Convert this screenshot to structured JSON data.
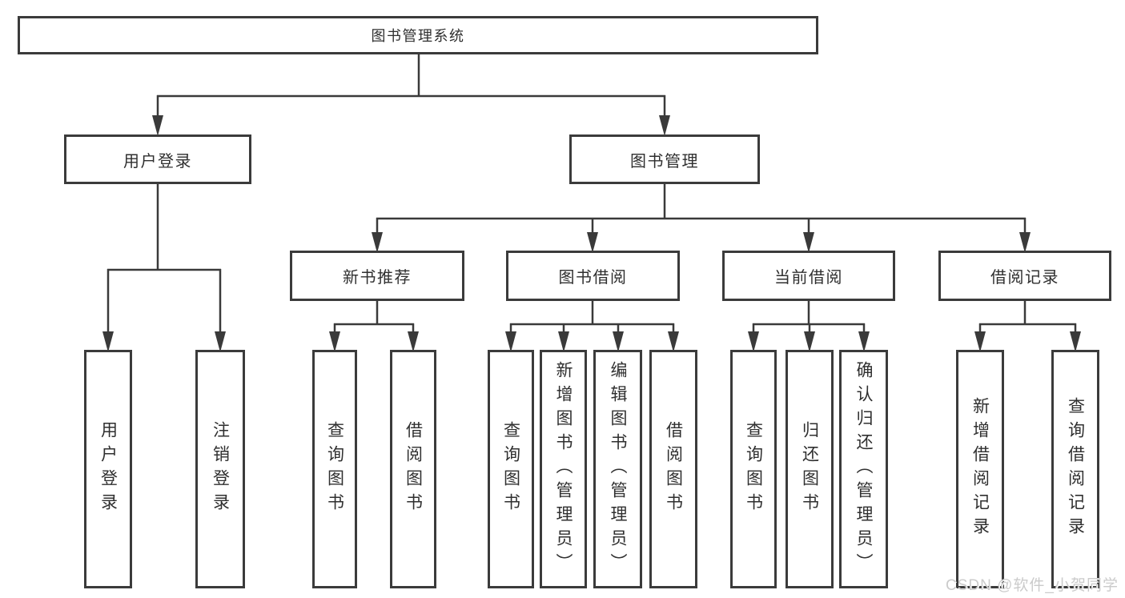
{
  "diagram_title": "图书管理系统",
  "hierarchy": {
    "label": "图书管理系统",
    "children": [
      {
        "label": "用户登录",
        "children": [
          {
            "label": "用户登录"
          },
          {
            "label": "注销登录"
          }
        ]
      },
      {
        "label": "图书管理",
        "children": [
          {
            "label": "新书推荐",
            "children": [
              {
                "label": "查询图书"
              },
              {
                "label": "借阅图书"
              }
            ]
          },
          {
            "label": "图书借阅",
            "children": [
              {
                "label": "查询图书"
              },
              {
                "label": "新增图书（管理员）"
              },
              {
                "label": "编辑图书（管理员）"
              },
              {
                "label": "借阅图书"
              }
            ]
          },
          {
            "label": "当前借阅",
            "children": [
              {
                "label": "查询图书"
              },
              {
                "label": "归还图书"
              },
              {
                "label": "确认归还（管理员）"
              }
            ]
          },
          {
            "label": "借阅记录",
            "children": [
              {
                "label": "新增借阅记录"
              },
              {
                "label": "查询借阅记录"
              }
            ]
          }
        ]
      }
    ]
  },
  "watermark": "CSDN @软件_小贺同学",
  "colors": {
    "line": "#3a3a3a",
    "box_border": "#3b3b3b",
    "box_fill": "#ffffff",
    "text": "#2f2f2f",
    "watermark": "#cbcbcb",
    "background": "#ffffff"
  }
}
